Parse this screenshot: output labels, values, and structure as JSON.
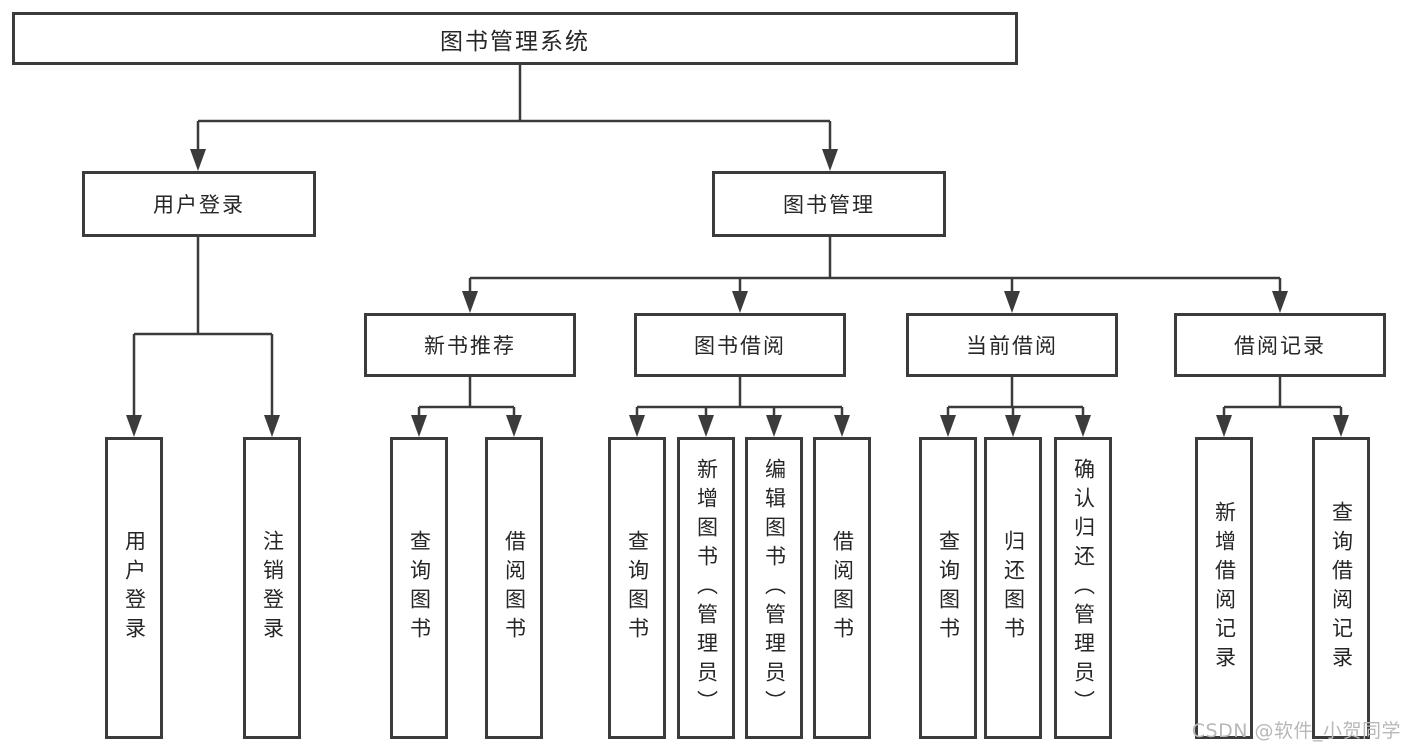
{
  "root": {
    "label": "图书管理系统"
  },
  "level2": {
    "user_login": {
      "label": "用户登录"
    },
    "book_management": {
      "label": "图书管理"
    }
  },
  "level3": {
    "new_book_recommend": {
      "label": "新书推荐"
    },
    "book_borrow": {
      "label": "图书借阅"
    },
    "current_borrow": {
      "label": "当前借阅"
    },
    "borrow_records": {
      "label": "借阅记录"
    }
  },
  "leaves": {
    "user_login": [
      "用户登录",
      "注销登录"
    ],
    "new_book_recommend": [
      "查询图书",
      "借阅图书"
    ],
    "book_borrow": [
      "查询图书",
      "新增图书（管理员）",
      "编辑图书（管理员）",
      "借阅图书"
    ],
    "current_borrow": [
      "查询图书",
      "归还图书",
      "确认归还（管理员）"
    ],
    "borrow_records": [
      "新增借阅记录",
      "查询借阅记录"
    ]
  },
  "watermark": "CSDN @软件_小贺同学",
  "colors": {
    "line": "#3b3b3b",
    "text": "#262626",
    "background": "#ffffff",
    "watermark": "#b8b8b8"
  }
}
